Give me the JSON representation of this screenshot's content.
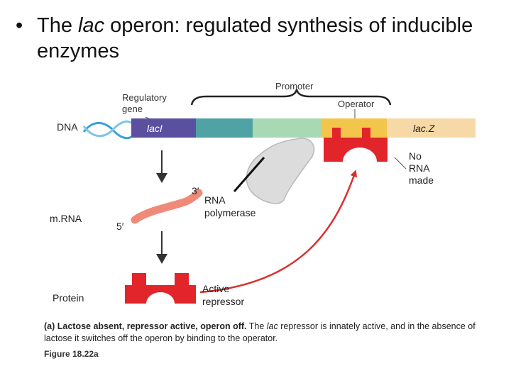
{
  "title": {
    "bullet": "•",
    "prefix": "The ",
    "italic": "lac",
    "suffix": " operon: regulated synthesis of inducible enzymes"
  },
  "labels": {
    "promoter": "Promoter",
    "regulatory_gene": "Regulatory gene",
    "operator": "Operator",
    "dna": "DNA",
    "laci": "lacI",
    "lacz": "lac.Z",
    "no_rna": "No RNA made",
    "three_prime": "3′",
    "rna_polymerase": "RNA polymerase",
    "mrna": "m.RNA",
    "five_prime": "5′",
    "protein": "Protein",
    "active_repressor": "Active repressor"
  },
  "caption": {
    "panel": "(a)",
    "bold": "Lactose absent, repressor active, operon off.",
    "text1": " The ",
    "italic": "lac",
    "text2": " repressor is innately active, and in the absence of lactose it switches off the operon by binding to the operator."
  },
  "figure_label": "Figure 18.22a",
  "colors": {
    "laci": "#5b4fa0",
    "promoter_teal": "#4fa3a5",
    "promoter_green": "#a8d8b4",
    "operator": "#f3c54a",
    "lacz": "#f6d9a6",
    "repressor": "#e2252b",
    "mrna": "#f08a78",
    "arrow": "#d9302e",
    "dna_helix": "#3aa0d8"
  }
}
